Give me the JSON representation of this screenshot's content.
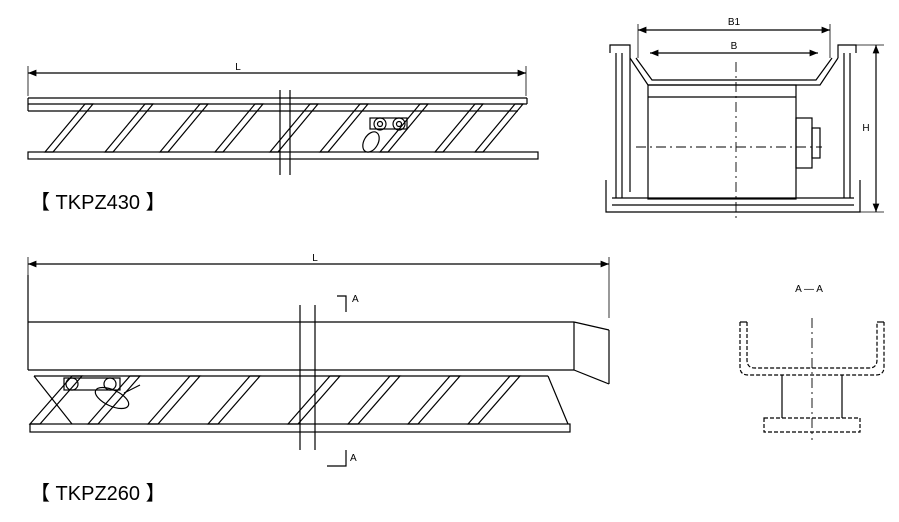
{
  "drawing_1": {
    "caption": "【 TKPZ430 】",
    "dim_length": "L"
  },
  "drawing_2": {
    "caption": "【 TKPZ260 】",
    "dim_length": "L",
    "section_mark_top": "A",
    "section_mark_bottom": "A"
  },
  "end_view": {
    "dim_outer_width": "B1",
    "dim_inner_width": "B",
    "dim_height": "H"
  },
  "section_view": {
    "title": "A — A"
  }
}
